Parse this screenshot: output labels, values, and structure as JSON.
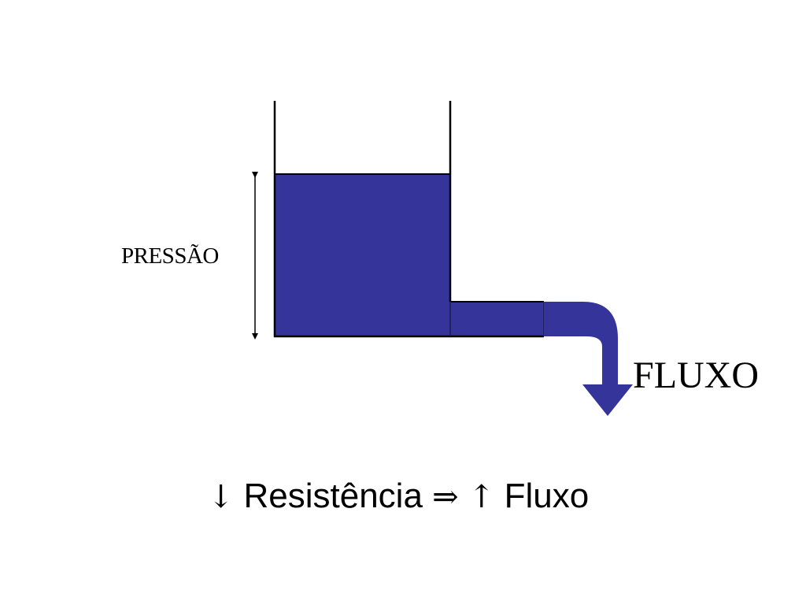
{
  "diagram": {
    "pressure_label": "PRESSÃO",
    "flow_label": "FLUXO",
    "caption": {
      "down_arrow": "↓",
      "resistance": "Resistência",
      "implies": "⇒",
      "up_arrow": "↑",
      "flow": "Fluxo"
    }
  },
  "colors": {
    "water": "#34349a",
    "outline": "#000000",
    "background": "#ffffff"
  }
}
